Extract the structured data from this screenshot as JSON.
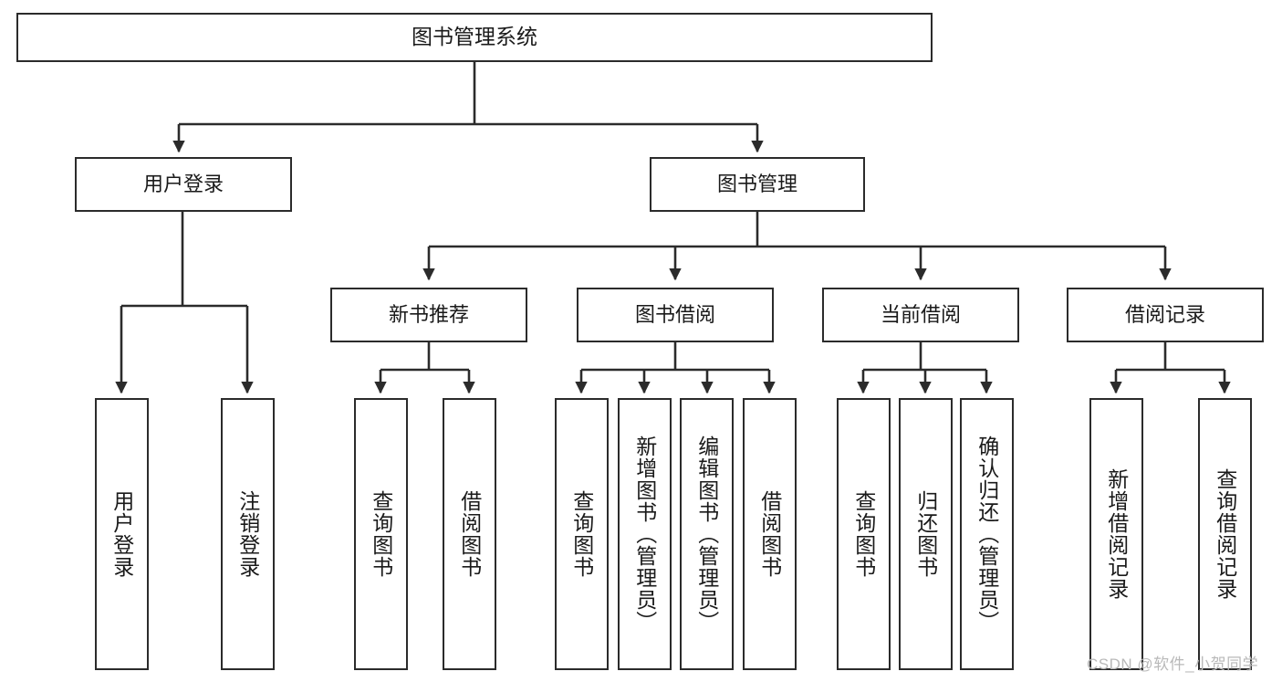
{
  "diagram": {
    "type": "tree-hierarchy-functional-decomposition",
    "root": {
      "label": "图书管理系统"
    },
    "level2": [
      {
        "label": "用户登录"
      },
      {
        "label": "图书管理"
      }
    ],
    "level3": [
      {
        "label": "新书推荐"
      },
      {
        "label": "图书借阅"
      },
      {
        "label": "当前借阅"
      },
      {
        "label": "借阅记录"
      }
    ],
    "leaves": {
      "user_login": [
        {
          "label": "用户登录"
        },
        {
          "label": "注销登录"
        }
      ],
      "new_book_recommend": [
        {
          "label": "查询图书"
        },
        {
          "label": "借阅图书"
        }
      ],
      "book_borrow": [
        {
          "label": "查询图书"
        },
        {
          "label": "新增图书（管理员）"
        },
        {
          "label": "编辑图书（管理员）"
        },
        {
          "label": "借阅图书"
        }
      ],
      "current_borrow": [
        {
          "label": "查询图书"
        },
        {
          "label": "归还图书"
        },
        {
          "label": "确认归还（管理员）"
        }
      ],
      "borrow_record": [
        {
          "label": "新增借阅记录"
        },
        {
          "label": "查询借阅记录"
        }
      ]
    }
  },
  "watermark": {
    "text": "CSDN @软件_小贺同学"
  },
  "colors": {
    "stroke": "#2b2b2b",
    "background": "#ffffff",
    "text": "#1a1a1a",
    "watermark": "#b9b9b9"
  }
}
